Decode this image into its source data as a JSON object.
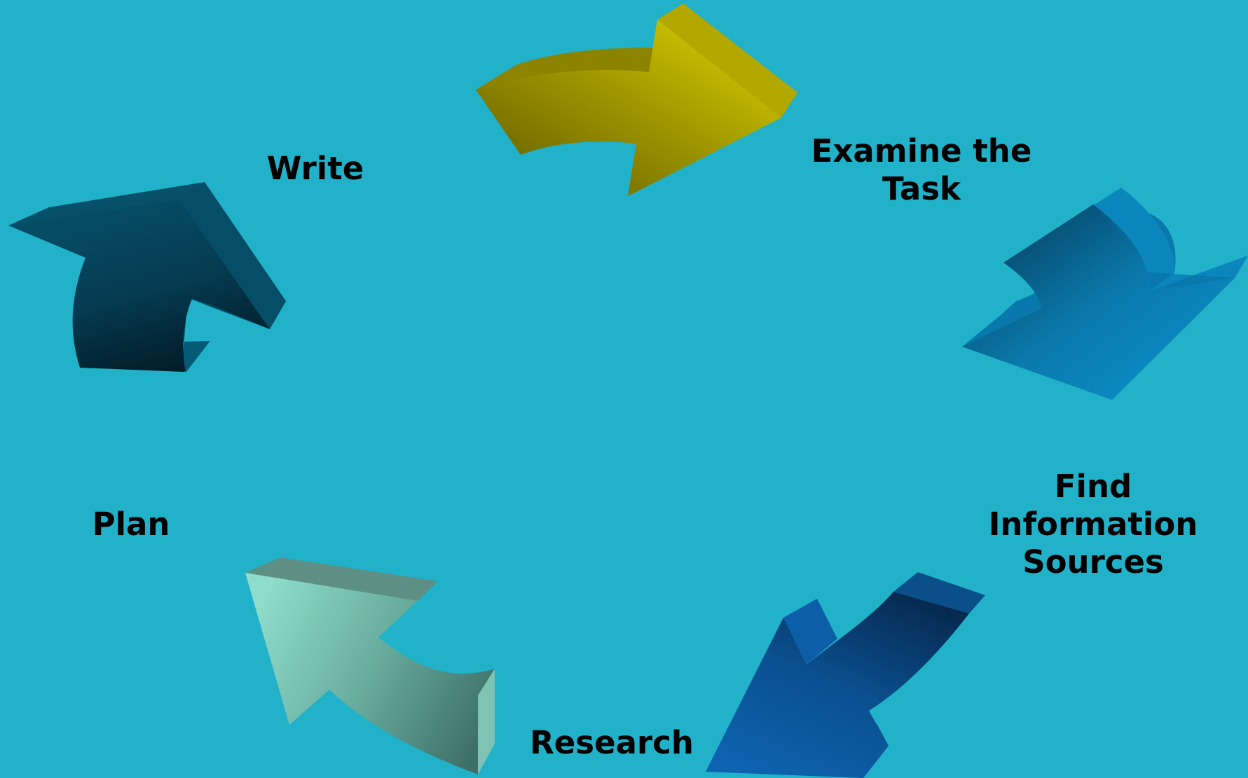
{
  "diagram": {
    "background_color": "#21b1c9",
    "steps": [
      {
        "id": "examine",
        "label": "Examine the\nTask",
        "arrow_color": "#d7cb00"
      },
      {
        "id": "find",
        "label": "Find\nInformation\nSources",
        "arrow_color": "#0a8cc0"
      },
      {
        "id": "research",
        "label": "Research",
        "arrow_color": "#0b5ea6"
      },
      {
        "id": "plan",
        "label": "Plan",
        "arrow_color": "#7fcdbd"
      },
      {
        "id": "write",
        "label": "Write",
        "arrow_color": "#064f68"
      }
    ]
  }
}
